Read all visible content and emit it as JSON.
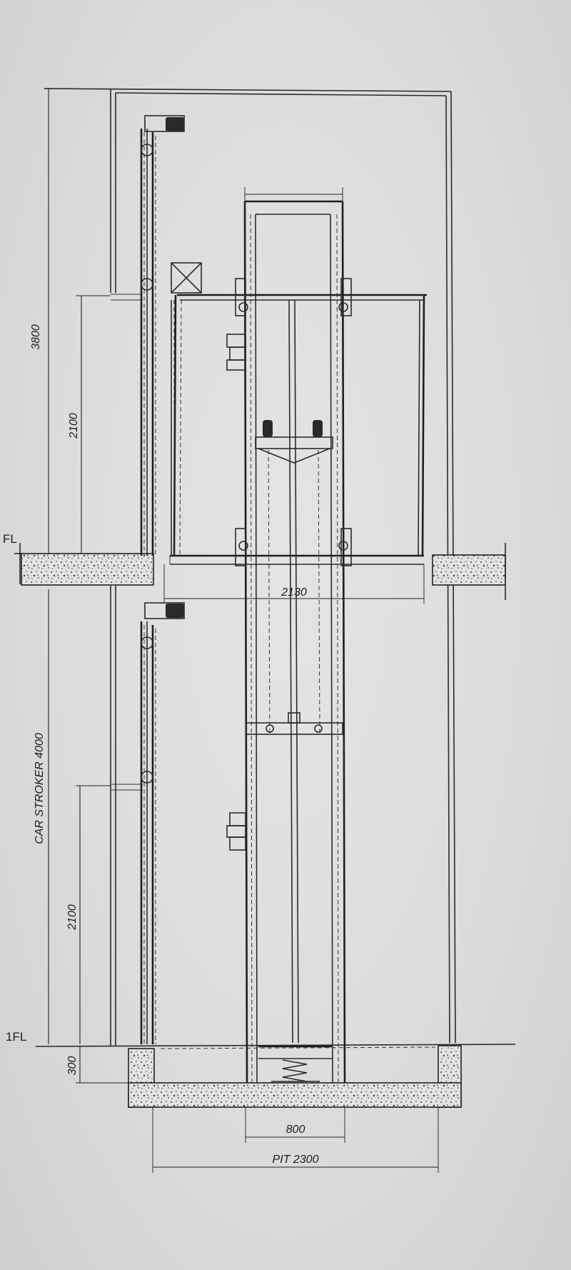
{
  "labels": {
    "upper_floor": "FL",
    "lower_floor": "1FL"
  },
  "dimensions": {
    "total_height": "3800",
    "upper_door_height": "2100",
    "car_stroke": "CAR STROKER 4000",
    "lower_door_height": "2100",
    "pit_offset": "300",
    "car_width": "2130",
    "rail_span": "800",
    "pit_width": "PIT 2300"
  }
}
